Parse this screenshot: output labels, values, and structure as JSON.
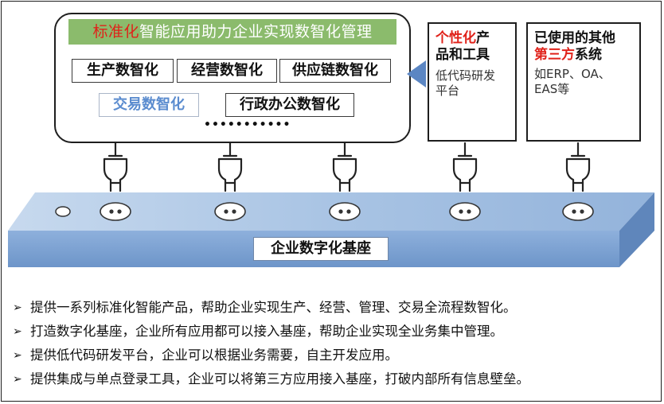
{
  "diagram": {
    "main_title": {
      "highlight": "标准化",
      "rest": "智能应用助力企业实现数智化管理"
    },
    "modules": [
      {
        "label": "生产数智化"
      },
      {
        "label": "经营数智化"
      },
      {
        "label": "供应链数智化"
      },
      {
        "label": "交易数智化"
      },
      {
        "label": "行政办公数智化"
      }
    ],
    "more": "•••••••••••",
    "lowcode_box": {
      "title_red": "个性化",
      "title_rest": "产",
      "title_line2": "品和工具",
      "sub_line1": "低代码研发",
      "sub_line2": "平台"
    },
    "third_party_box": {
      "line1": "已使用的其他",
      "line2_red": "第三方",
      "line2_rest": "系统",
      "sub_line1": "如ERP、OA、",
      "sub_line2": "EAS等"
    },
    "base_label": "企业数字化基座",
    "plug_count": 5,
    "socket_count": 5,
    "colors": {
      "title_bg": "#8bbb6c",
      "highlight_red": "#e0221a",
      "accent_blue": "#5b8ccf",
      "slab_top": "#a9c4e4",
      "slab_front": "#7ea3d3"
    }
  },
  "bullets": [
    {
      "mark": "➢",
      "text": "提供一系列标准化智能产品，帮助企业实现生产、经营、管理、交易全流程数智化。"
    },
    {
      "mark": "➢",
      "text": "打造数字化基座，企业所有应用都可以接入基座，帮助企业实现全业务集中管理。"
    },
    {
      "mark": "➢",
      "text": "提供低代码研发平台，企业可以根据业务需要，自主开发应用。"
    },
    {
      "mark": "➢",
      "text": "提供集成与单点登录工具，企业可以将第三方应用接入基座，打破内部所有信息壁垒。"
    }
  ]
}
